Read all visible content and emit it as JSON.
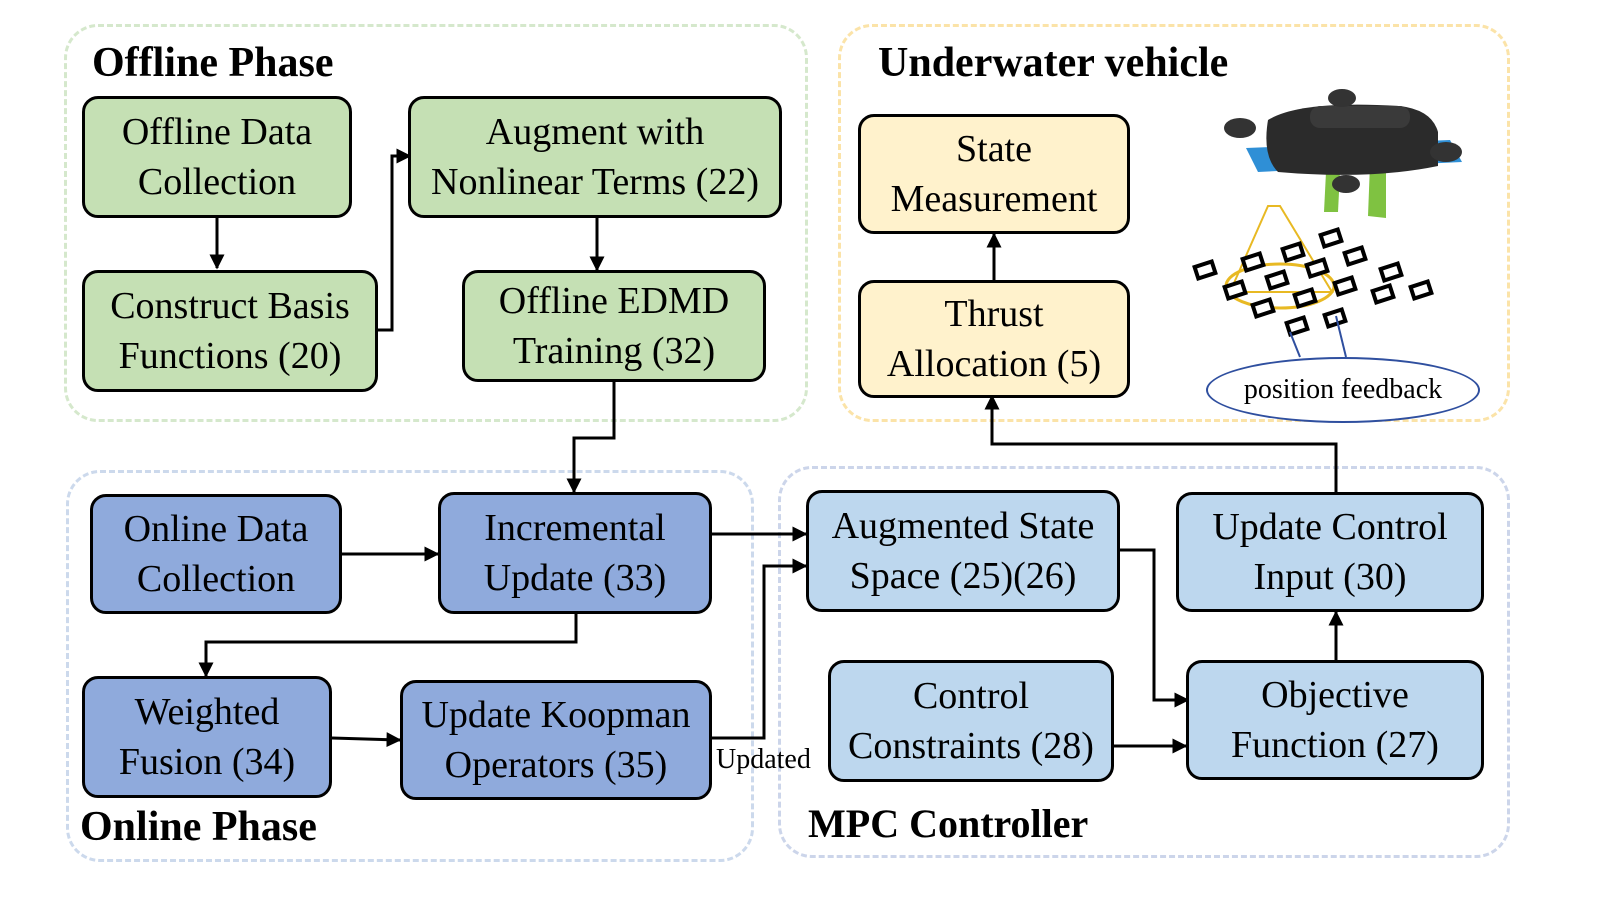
{
  "regions": {
    "offline": {
      "title": "Offline Phase",
      "border_color": "#d5e8cc"
    },
    "underwater": {
      "title": "Underwater vehicle",
      "border_color": "#fbe3a8"
    },
    "online": {
      "title": "Online Phase",
      "border_color": "#ccd9ec"
    },
    "mpc": {
      "title": "MPC Controller",
      "border_color": "#ccd5ea"
    }
  },
  "boxes": {
    "offline_data": {
      "line1": "Offline Data",
      "line2": "Collection"
    },
    "construct_basis": {
      "line1": "Construct Basis",
      "line2": "Functions (20)"
    },
    "augment": {
      "line1": "Augment with",
      "line2": "Nonlinear Terms (22)"
    },
    "edmd": {
      "line1": "Offline EDMD",
      "line2": "Training (32)"
    },
    "state_measurement": {
      "line1": "State",
      "line2": "Measurement"
    },
    "thrust": {
      "line1": "Thrust",
      "line2": "Allocation (5)"
    },
    "online_data": {
      "line1": "Online Data",
      "line2": "Collection"
    },
    "incremental": {
      "line1": "Incremental",
      "line2": "Update (33)"
    },
    "weighted": {
      "line1": "Weighted",
      "line2": "Fusion (34)"
    },
    "koopman": {
      "line1": "Update Koopman",
      "line2": "Operators (35)"
    },
    "augmented_state": {
      "line1": "Augmented State",
      "line2": "Space (25)(26)"
    },
    "control_constraints": {
      "line1": "Control",
      "line2": "Constraints (28)"
    },
    "update_control": {
      "line1": "Update Control",
      "line2": "Input (30)"
    },
    "objective": {
      "line1": "Objective",
      "line2": "Function (27)"
    }
  },
  "labels": {
    "updated": "Updated",
    "position_feedback": "position feedback"
  },
  "colors": {
    "offline_box": "#c5e0b4",
    "vehicle_box": "#fff2cc",
    "online_box": "#8faadc",
    "mpc_box": "#bdd7ee",
    "vehicle_body": "#2b2b2b",
    "vehicle_frame": "#2f8fd6",
    "vehicle_leg": "#7fc241",
    "feedback_ellipse": "#2f4f9f",
    "camera_cone": "#e8b923"
  },
  "icons": {
    "vehicle": "underwater-vehicle-illustration",
    "markers": "aruco-marker-grid"
  }
}
